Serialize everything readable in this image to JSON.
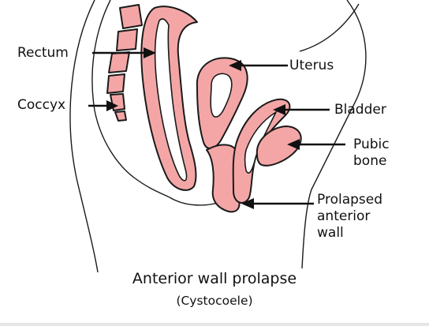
{
  "labels": {
    "rectum": "Rectum",
    "coccyx": "Coccyx",
    "uterus": "Uterus",
    "bladder": "Bladder",
    "pubic_bone_line1": "Pubic",
    "pubic_bone_line2": "bone",
    "prolapse_line1": "Prolapsed",
    "prolapse_line2": "anterior",
    "prolapse_line3": "wall"
  },
  "caption": {
    "title": "Anterior wall prolapse",
    "subtitle": "(Cystocoele)"
  },
  "colors": {
    "organ_fill": "#f4a6a6",
    "line": "#1a1a1a",
    "background": "#ffffff"
  }
}
